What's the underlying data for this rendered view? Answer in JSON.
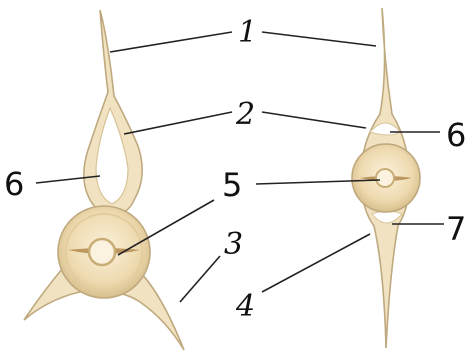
{
  "labels": {
    "l1": "1",
    "l2": "2",
    "l3": "3",
    "l4": "4",
    "l5": "5",
    "l6_left": "6",
    "l6_right": "6",
    "l7": "7"
  },
  "colors": {
    "cell_fill": "#f1e2c2",
    "cell_stroke": "#bfa97e",
    "cell_shadow": "#e2cea2",
    "nucleus_ring": "#c8ad77",
    "nucleus_inner": "#fbf3df",
    "vacuole_fill": "#ffffff",
    "leader_line": "#222222"
  }
}
